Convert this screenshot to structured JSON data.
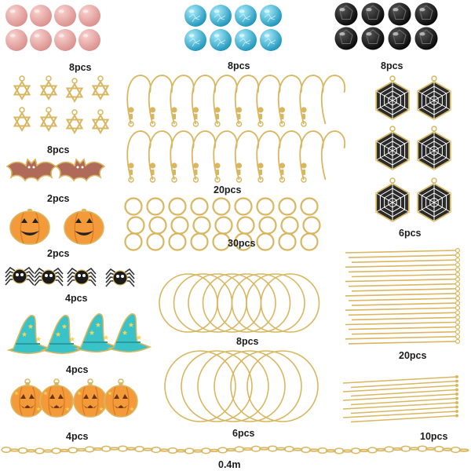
{
  "labels": {
    "rose_quartz_beads": "8pcs",
    "blue_crackle_beads": "8pcs",
    "black_faceted_beads": "8pcs",
    "star_of_david_charms": "8pcs",
    "earring_hooks": "20pcs",
    "spider_web_charms": "6pcs",
    "bat_charms": "2pcs",
    "pumpkin_charms": "2pcs",
    "jump_rings": "30pcs",
    "spider_charms": "4pcs",
    "hoop_rings_small": "8pcs",
    "eye_pins": "20pcs",
    "witch_hat_charms": "4pcs",
    "hoop_rings_large": "6pcs",
    "head_pins": "10pcs",
    "jack_o_lantern_charms": "4pcs",
    "cable_chain": "0.4m"
  },
  "colors": {
    "gold": "#d9b760",
    "gold_light": "#f0dca0",
    "rose": "#e9a9a6",
    "sky": "#2fb7d8",
    "black_bead": "#161616",
    "orange": "#f39a3a",
    "teal": "#39c2c7",
    "bat": "#b06a5a",
    "web_black": "#2a2a2a"
  }
}
